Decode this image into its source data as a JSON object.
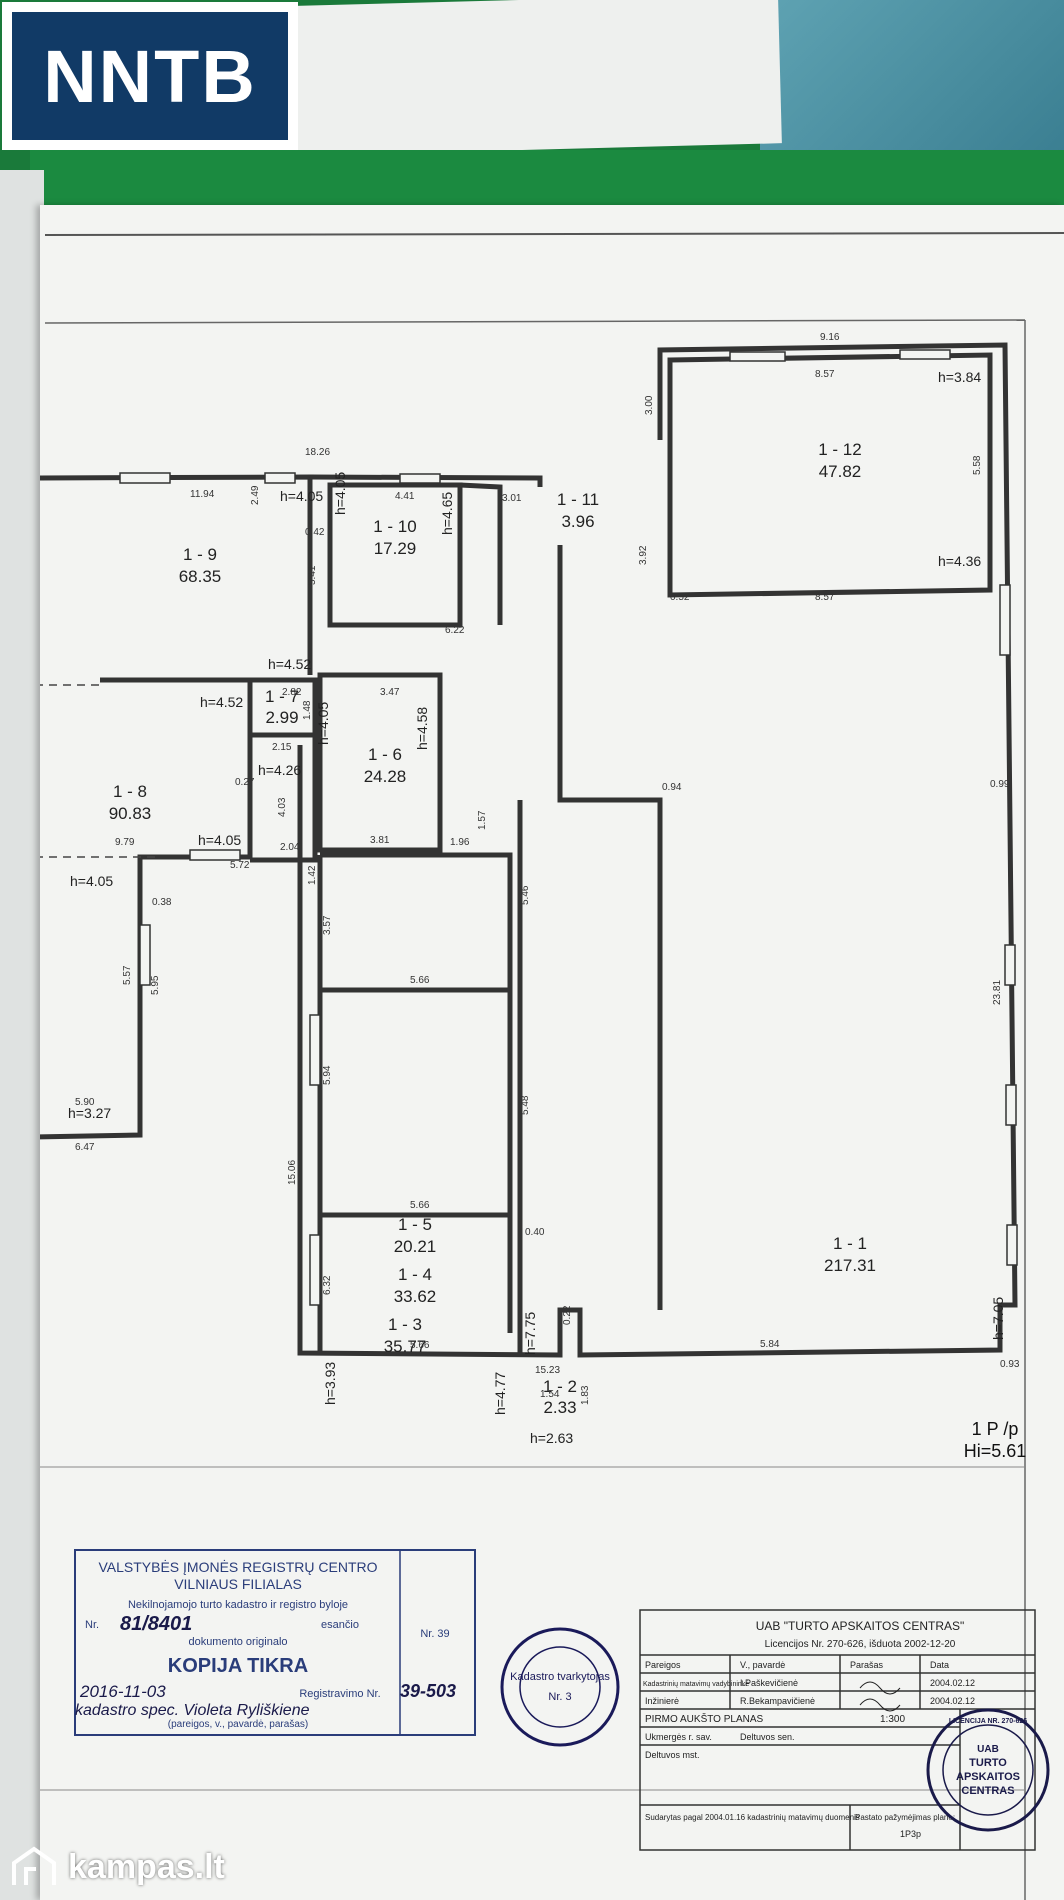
{
  "brand": {
    "logo_text": "NNTB",
    "watermark_text": "kampas.lt"
  },
  "plan": {
    "rooms": [
      {
        "id": "1 - 1",
        "area": "217.31"
      },
      {
        "id": "1 - 2",
        "area": "2.33"
      },
      {
        "id": "1 - 3",
        "area": "35.77"
      },
      {
        "id": "1 - 4",
        "area": "33.62"
      },
      {
        "id": "1 - 5",
        "area": "20.21"
      },
      {
        "id": "1 - 6",
        "area": "24.28"
      },
      {
        "id": "1 - 7",
        "area": "2.99"
      },
      {
        "id": "1 - 8",
        "area": "90.83"
      },
      {
        "id": "1 - 9",
        "area": "68.35"
      },
      {
        "id": "1 - 10",
        "area": "17.29"
      },
      {
        "id": "1 - 11",
        "area": "3.96"
      },
      {
        "id": "1 - 12",
        "area": "47.82"
      }
    ],
    "heights": [
      "h=3.84",
      "h=4.36",
      "h=4.05",
      "h=4.05",
      "h=4.65",
      "h=4.52",
      "h=4.52",
      "h=4.05",
      "h=4.58",
      "h=4.26",
      "h=4.05",
      "h=4.05",
      "h=3.27",
      "h=7.75",
      "h=7.05",
      "h=3.93",
      "h=4.77",
      "h=2.63"
    ],
    "dimensions": [
      "9.16",
      "8.57",
      "8.57",
      "18.26",
      "11.94",
      "4.41",
      "3.01",
      "5.58",
      "3.00",
      "3.92",
      "2.49",
      "5.41",
      "6.22",
      "0.52",
      "0.42",
      "3.47",
      "2.82",
      "1.48",
      "2.15",
      "0.27",
      "4.03",
      "2.04",
      "9.79",
      "5.72",
      "0.38",
      "5.57",
      "5.95",
      "5.90",
      "6.47",
      "3.81",
      "1.96",
      "1.57",
      "1.42",
      "3.57",
      "5.66",
      "5.46",
      "5.94",
      "5.66",
      "5.48",
      "15.06",
      "0.40",
      "6.32",
      "5.66",
      "5.84",
      "15.23",
      "0.93",
      "23.81",
      "1.54",
      "1.83",
      "0.22",
      "0.99",
      "0.94"
    ],
    "sheet_code": "1 P /p",
    "sheet_height": "Hi=5.61"
  },
  "stamp_left": {
    "line1": "VALSTYBĖS ĮMONĖS REGISTRŲ CENTRO",
    "line2": "VILNIAUS FILIALAS",
    "line3": "Nekilnojamojo turto kadastro ir registro byloje",
    "line4_prefix": "Nr.",
    "file_no": "81/8401",
    "line4_mid": "esančio",
    "line5": "dokumento originalo",
    "title": "KOPIJA TIKRA",
    "date": "2016-11-03",
    "reg_label": "Registravimo Nr.",
    "reg_no": "39-503",
    "signature": "kadastro spec. Violeta Ryliškiene",
    "footer": "(pareigos, v., pavardė, parašas)",
    "side_no": "Nr. 39"
  },
  "seal_round": {
    "center": "Kadastro tvarkytojas",
    "num": "Nr. 3"
  },
  "title_block": {
    "company": "UAB \"TURTO APSKAITOS CENTRAS\"",
    "license": "Licencijos Nr. 270-626, išduota 2002-12-20",
    "col_headers": [
      "Pareigos",
      "V., pavardė",
      "Parašas",
      "Data"
    ],
    "row1": [
      "Kadastrinių matavimų vadybininkė",
      "I.Paškevičienė",
      "",
      "2004.02.12"
    ],
    "row2": [
      "Inžinierė",
      "R.Bekampavičienė",
      "",
      "2004.02.12"
    ],
    "plan_title": "PIRMO AUKŠTO PLANAS",
    "scale": "1:300",
    "address1": "Ukmergės r. sav.",
    "address2": "Deltuvos mst.",
    "address3": "Deltuvos sen.",
    "prepared": "Sudarytas pagal 2004.01.16 kadastrinių matavimų duomenis",
    "mark_label": "Pastato pažymėjimas plane:",
    "mark_value": "1P3p"
  },
  "seal_corner": {
    "top": "LICENCIJA NR. 270-626",
    "l1": "UAB",
    "l2": "TURTO",
    "l3": "APSKAITOS",
    "l4": "CENTRAS"
  }
}
